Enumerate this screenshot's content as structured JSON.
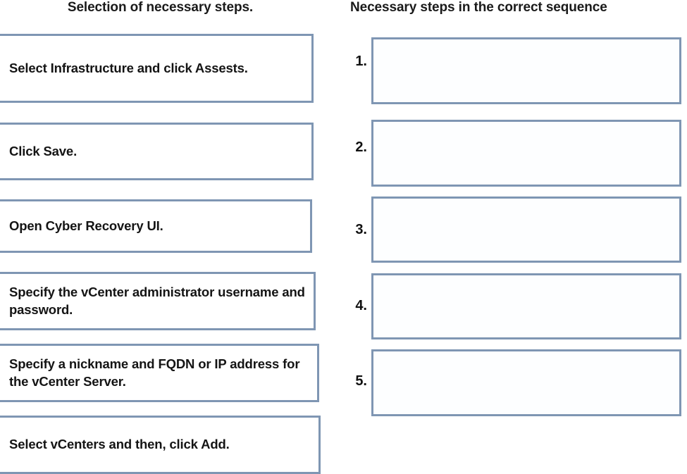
{
  "headers": {
    "left": "Selection of necessary steps.",
    "right": "Necessary steps in the correct sequence"
  },
  "source_steps": [
    {
      "id": "step-infrastructure-assets",
      "text": "Select Infrastructure and click Assests."
    },
    {
      "id": "step-click-save",
      "text": "Click Save."
    },
    {
      "id": "step-open-cyber-recovery-ui",
      "text": "Open Cyber Recovery UI."
    },
    {
      "id": "step-vcenter-credentials",
      "text": "Specify the vCenter administrator username and password."
    },
    {
      "id": "step-nickname-fqdn",
      "text": "Specify a nickname and FQDN or IP address for the vCenter Server."
    },
    {
      "id": "step-select-vcenters-add",
      "text": "Select vCenters and then, click Add."
    }
  ],
  "answer_slots": [
    {
      "number": "1.",
      "content": ""
    },
    {
      "number": "2.",
      "content": ""
    },
    {
      "number": "3.",
      "content": ""
    },
    {
      "number": "4.",
      "content": ""
    },
    {
      "number": "5.",
      "content": ""
    }
  ],
  "colors": {
    "box_border": "#7f96b3",
    "text": "#141414",
    "background": "#ffffff",
    "slot_fill": "#fdfeff"
  }
}
